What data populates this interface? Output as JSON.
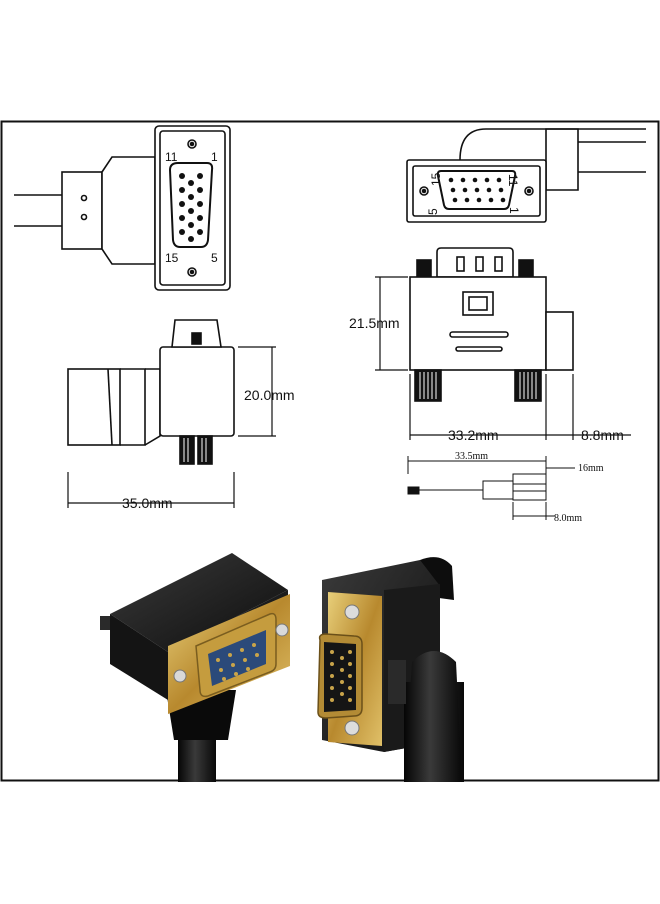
{
  "colors": {
    "line": "#1a1a1a",
    "body": "#1c1c1c",
    "gold": "#c9a44a",
    "blue": "#2b4a7a",
    "frame": "#111111"
  },
  "icons": [
    "vga-connector-front",
    "right-angle-cable",
    "photo-product"
  ],
  "front_view": {
    "pin_tl": "11",
    "pin_tr": "1",
    "pin_bl": "15",
    "pin_br": "5"
  },
  "top_view": {
    "pin_tl": "15",
    "pin_tr": "11",
    "pin_bl": "5",
    "pin_br": "1"
  },
  "side_view": {
    "height_label": "20.0mm",
    "length_label": "35.0mm"
  },
  "right_view": {
    "height_label": "21.5mm",
    "width_label": "33.2mm",
    "tail_label": "8.8mm"
  },
  "small_view": {
    "length_label": "33.5mm",
    "tip_label": "16mm",
    "end_label": "8.0mm"
  }
}
